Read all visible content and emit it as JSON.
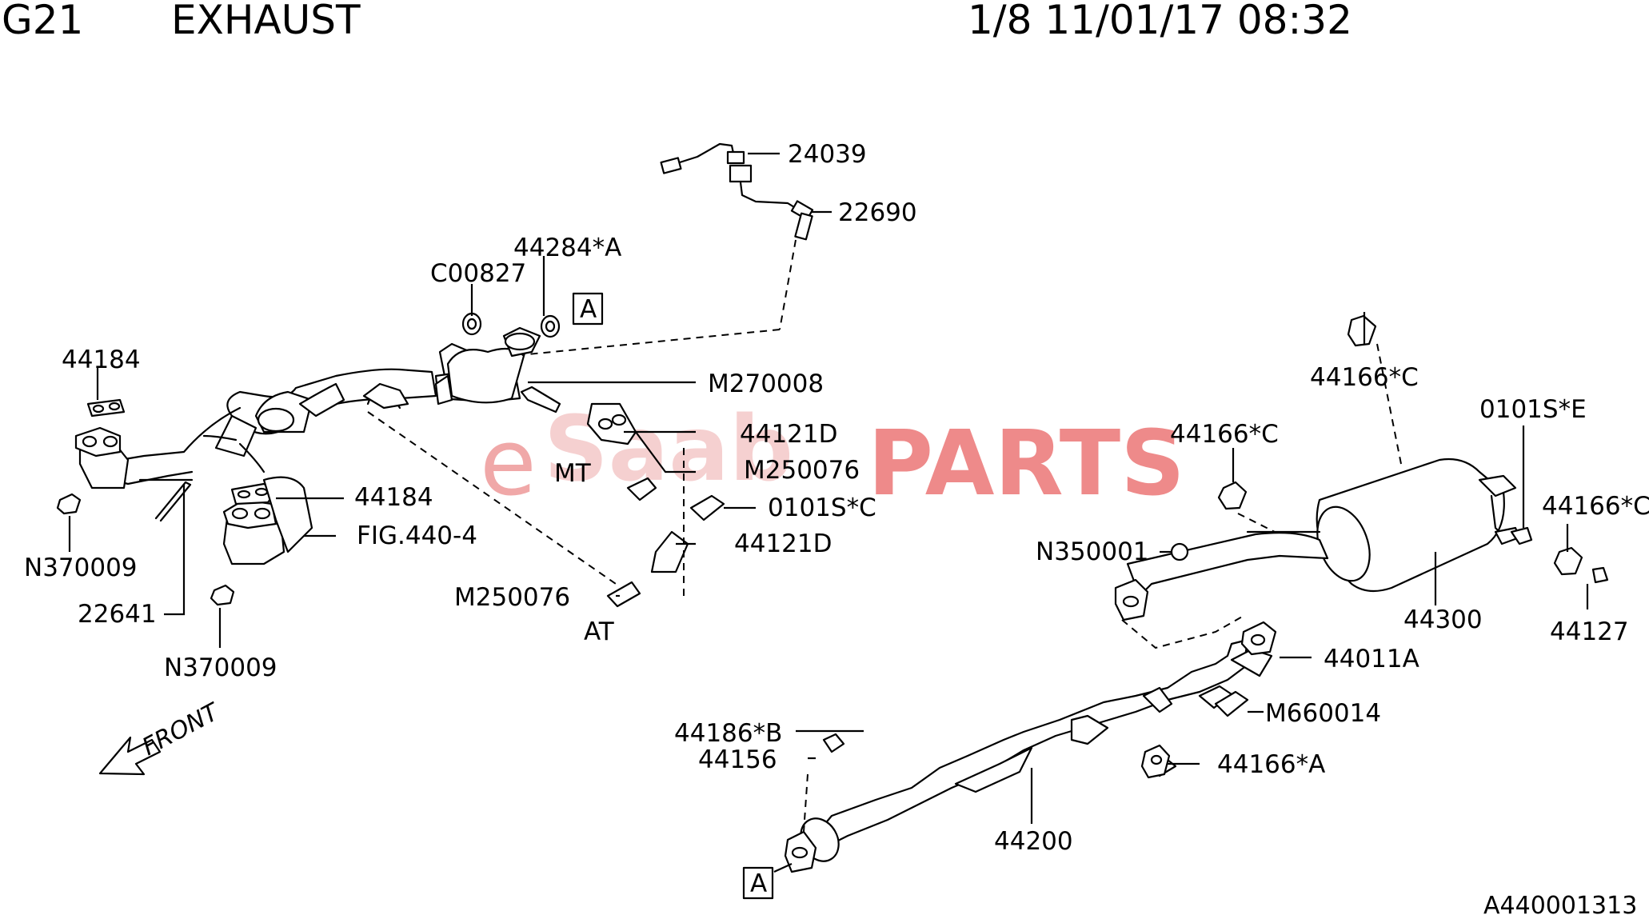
{
  "header": {
    "code": "G21",
    "title": "EXHAUST",
    "page_info": "1/8 11/01/17 08:32"
  },
  "watermark": {
    "prefix": "e",
    "middle": "Saab",
    "suffix": "PARTS",
    "colors": {
      "prefix": "#f0a8a8",
      "suffix": "#ee8a8a"
    }
  },
  "callouts": {
    "p24039": "24039",
    "p22690": "22690",
    "p44284a": "44284*A",
    "c00827": "C00827",
    "ref_a_top": "A",
    "p44184_top": "44184",
    "m270008": "M270008",
    "p44121d_mt": "44121D",
    "m250076_mt": "M250076",
    "mt": "MT",
    "p0101sc": "0101S*C",
    "p44184_mid": "44184",
    "fig4404": "FIG.440-4",
    "p44121d_at": "44121D",
    "m250076_at": "M250076",
    "at": "AT",
    "n370009_left": "N370009",
    "p22641": "22641",
    "n370009_bottom": "N370009",
    "front": "FRONT",
    "p44166c_top": "44166*C",
    "p0101se": "0101S*E",
    "p44166c_mid": "44166*C",
    "p44166c_right": "44166*C",
    "n350001": "N350001",
    "p44300": "44300",
    "p44127": "44127",
    "p44011a": "44011A",
    "m660014": "M660014",
    "p44186b": "44186*B",
    "p44156": "44156",
    "p44166a": "44166*A",
    "p44200": "44200",
    "ref_a_bottom": "A",
    "drawing_id": "A440001313"
  }
}
